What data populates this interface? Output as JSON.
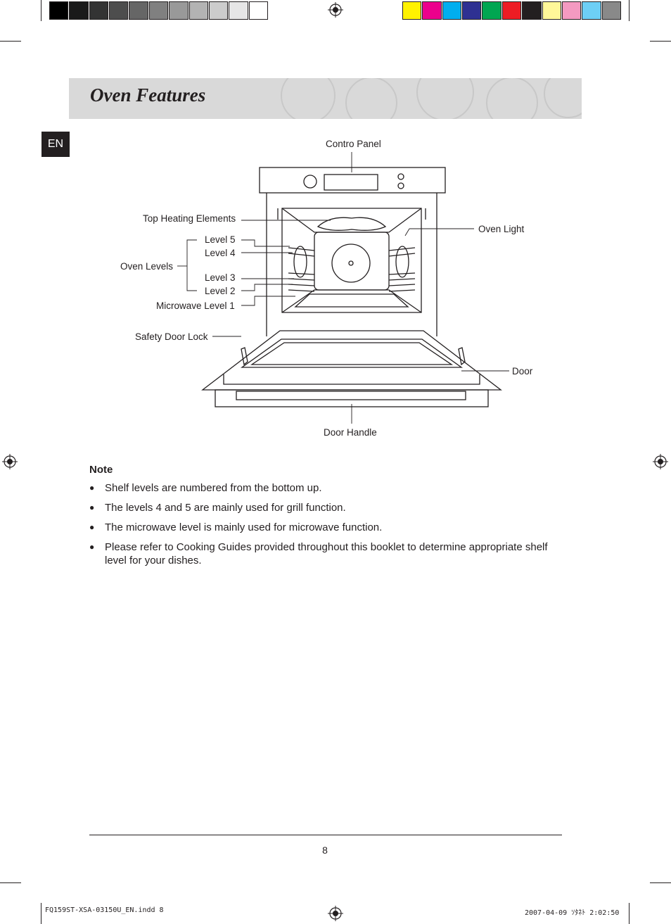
{
  "colors": {
    "grayscale_bar": [
      "#000000",
      "#1a1a1a",
      "#333333",
      "#4d4d4d",
      "#666666",
      "#808080",
      "#999999",
      "#b3b3b3",
      "#cccccc",
      "#e6e6e6",
      "#ffffff"
    ],
    "color_bar": [
      "#fff200",
      "#ec008c",
      "#00aeef",
      "#2e3192",
      "#00a651",
      "#ed1c24",
      "#231f20",
      "#fff799",
      "#f49ac1",
      "#6dcff6",
      "#898989"
    ],
    "title_band": "#d9d9d9",
    "text": "#231f20"
  },
  "header": {
    "title": "Oven Features",
    "language_tab": "EN"
  },
  "diagram": {
    "labels": {
      "control_panel": "Contro Panel",
      "top_heating_elements": "Top Heating Elements",
      "oven_light": "Oven Light",
      "level_5": "Level 5",
      "level_4": "Level 4",
      "oven_levels": "Oven Levels",
      "level_3": "Level 3",
      "level_2": "Level 2",
      "microwave_level_1": "Microwave Level 1",
      "safety_door_lock": "Safety Door Lock",
      "door": "Door",
      "door_handle": "Door Handle"
    }
  },
  "note": {
    "title": "Note",
    "bullet_glyph": "●",
    "items": [
      "Shelf levels are numbered from the bottom up.",
      "The levels 4 and 5 are mainly used for grill function.",
      "The microwave level is mainly used for microwave function.",
      "Please refer to Cooking Guides provided throughout this booklet to determine appropriate shelf level for your dishes."
    ]
  },
  "footer": {
    "page_number": "8",
    "slug_left": "FQ159ST-XSA-03150U_EN.indd   8",
    "slug_right": "2007-04-09   ｿﾀﾈﾄ 2:02:50"
  }
}
